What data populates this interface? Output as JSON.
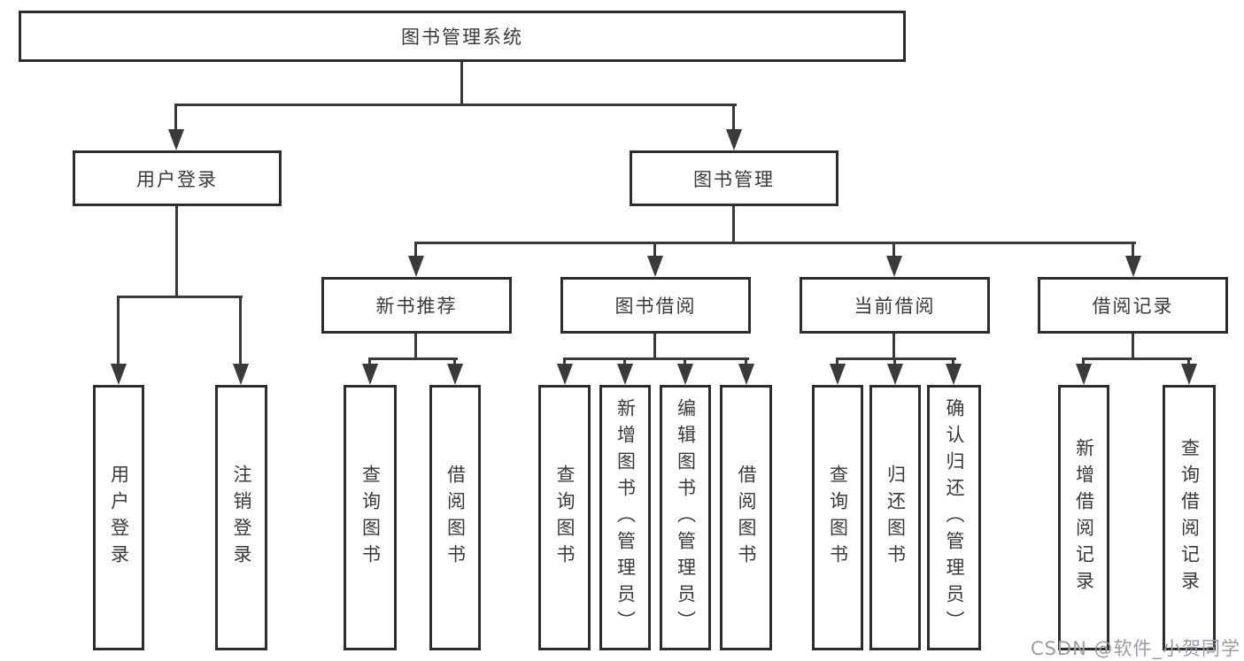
{
  "diagram": {
    "root": {
      "label": "图书管理系统"
    },
    "branches": [
      {
        "label": "用户登录",
        "children": [
          {
            "label": "用户登录"
          },
          {
            "label": "注销登录"
          }
        ]
      },
      {
        "label": "图书管理",
        "children": [
          {
            "label": "新书推荐",
            "children": [
              {
                "label": "查询图书"
              },
              {
                "label": "借阅图书"
              }
            ]
          },
          {
            "label": "图书借阅",
            "children": [
              {
                "label": "查询图书"
              },
              {
                "label": "新增图书（管理员）"
              },
              {
                "label": "编辑图书（管理员）"
              },
              {
                "label": "借阅图书"
              }
            ]
          },
          {
            "label": "当前借阅",
            "children": [
              {
                "label": "查询图书"
              },
              {
                "label": "归还图书"
              },
              {
                "label": "确认归还（管理员）"
              }
            ]
          },
          {
            "label": "借阅记录",
            "children": [
              {
                "label": "新增借阅记录"
              },
              {
                "label": "查询借阅记录"
              }
            ]
          }
        ]
      }
    ]
  },
  "watermark": {
    "text": "CSDN @软件_小贺同学"
  },
  "colors": {
    "background": "#ffffff",
    "box_border": "#2d2d2d",
    "connector_line": "#3a3a3a",
    "text": "#3a3a3a",
    "watermark_text": "#9b9ba3"
  }
}
